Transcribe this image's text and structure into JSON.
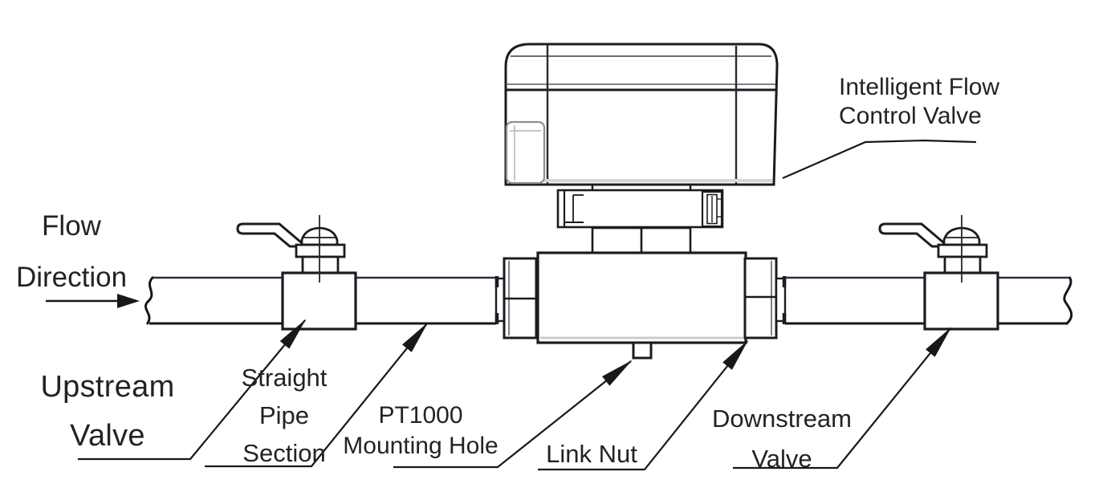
{
  "diagram": {
    "labels": {
      "flow_direction": {
        "lines": [
          "Flow",
          "Direction"
        ]
      },
      "upstream_valve": {
        "lines": [
          "Upstream",
          "Valve"
        ]
      },
      "straight_pipe_section": {
        "lines": [
          "Straight",
          "Pipe",
          "Section"
        ]
      },
      "pt1000_mounting_hole": {
        "lines": [
          "PT1000",
          "Mounting Hole"
        ]
      },
      "link_nut": {
        "lines": [
          "Link Nut"
        ]
      },
      "downstream_valve": {
        "lines": [
          "Downstream",
          "Valve"
        ]
      },
      "intelligent_flow_control_valve": {
        "lines": [
          "Intelligent Flow",
          "Control Valve"
        ]
      }
    },
    "colors": {
      "line": "#1b1b22",
      "pipe_line": "#2c2c42",
      "light_line": "#8f8f8f",
      "text": "#232327",
      "background": "#ffffff"
    }
  }
}
